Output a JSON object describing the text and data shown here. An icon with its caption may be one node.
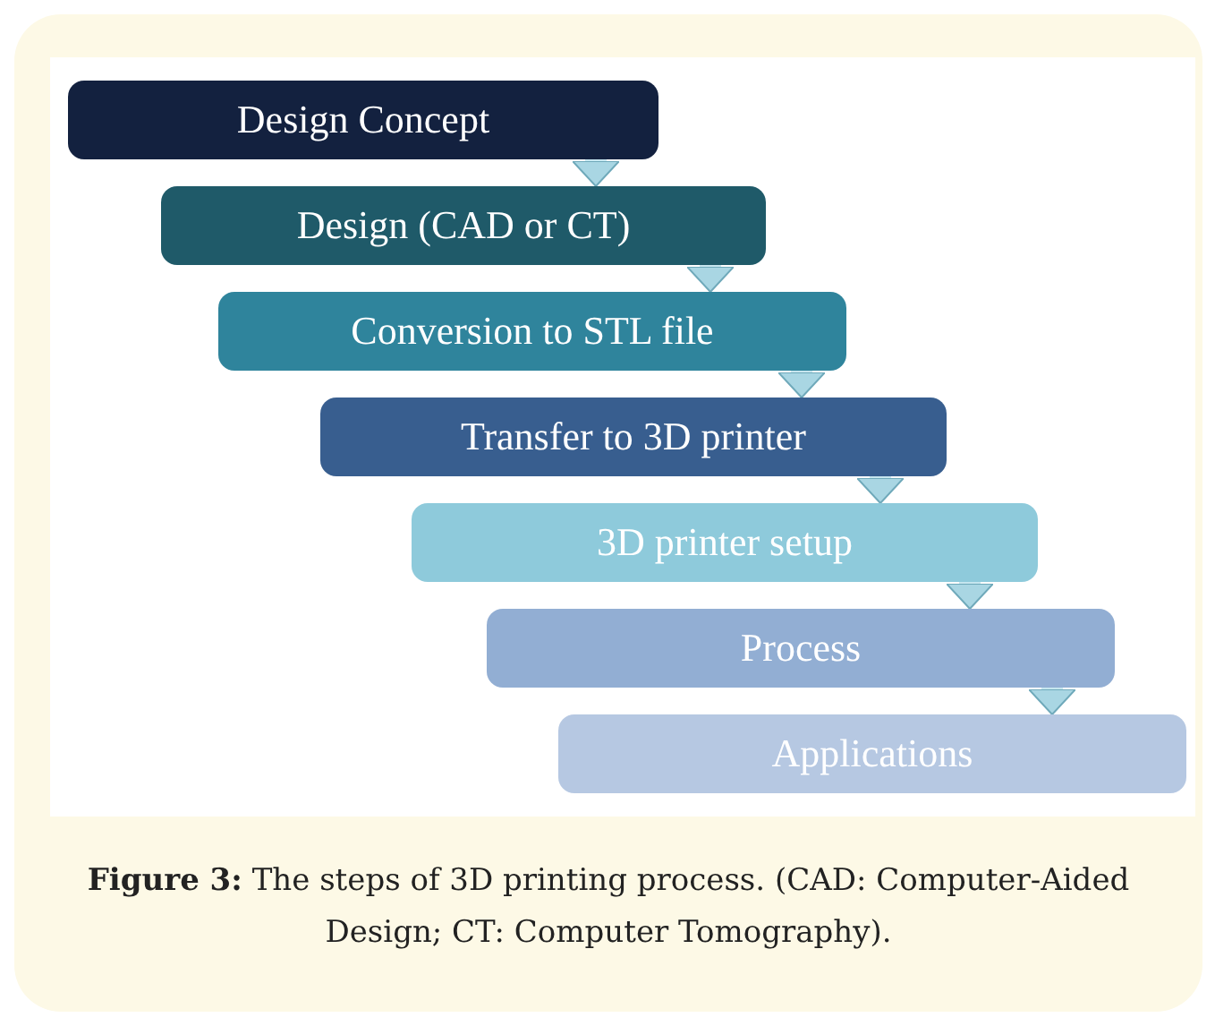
{
  "diagram": {
    "caption": "**Figure 3:** The steps of 3D printing process. (CAD: Computer-Aided Design; CT: Computer Tomography).",
    "nodes": [
      {
        "text": [
          "Design Concept"
        ]
      },
      {
        "text": [
          "Design (CAD or CT)"
        ]
      },
      {
        "text": [
          "Conversion to STL file"
        ]
      },
      {
        "text": [
          "Transfer to 3D printer"
        ]
      },
      {
        "text": [
          "3D printer setup"
        ]
      },
      {
        "text": [
          "Process"
        ]
      },
      {
        "text": [
          "Applications"
        ]
      }
    ],
    "edges": [
      {
        "from": 0,
        "to": 1,
        "arrow": "to"
      },
      {
        "from": 1,
        "to": 2,
        "arrow": "to"
      },
      {
        "from": 2,
        "to": 3,
        "arrow": "to"
      },
      {
        "from": 3,
        "to": 4,
        "arrow": "to"
      },
      {
        "from": 4,
        "to": 5,
        "arrow": "to"
      },
      {
        "from": 5,
        "to": 6,
        "arrow": "to"
      }
    ]
  }
}
